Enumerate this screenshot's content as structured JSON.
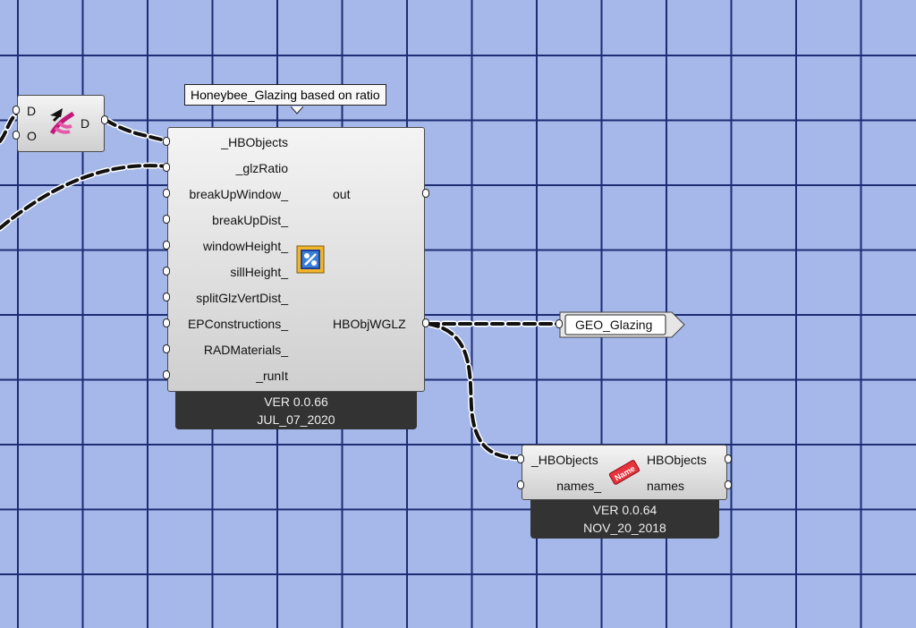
{
  "tooltip": {
    "text": "Honeybee_Glazing based on ratio"
  },
  "dataDam": {
    "input_d": "D",
    "input_o": "O",
    "output_d": "D"
  },
  "glazing": {
    "inputs": [
      "_HBObjects",
      "_glzRatio",
      "breakUpWindow_",
      "breakUpDist_",
      "windowHeight_",
      "sillHeight_",
      "splitGlzVertDist_",
      "EPConstructions_",
      "RADMaterials_",
      "_runIt"
    ],
    "output_out": "out",
    "output_hbobj": "HBObjWGLZ",
    "version": "VER 0.0.66",
    "date": "JUL_07_2020",
    "icon": "percent-window-icon"
  },
  "geoParam": {
    "label": "GEO_Glazing"
  },
  "naming": {
    "input_hbobjects": "_HBObjects",
    "input_names": "names_",
    "output_hbobjects": "HBObjects",
    "output_names": "names",
    "version": "VER 0.0.64",
    "date": "NOV_20_2018",
    "icon": "name-tag-icon",
    "icon_text": "Name"
  },
  "colors": {
    "canvas": "#a5b8e9",
    "grid": "#1d2c73",
    "footer": "#333333",
    "wire": "#111111"
  }
}
